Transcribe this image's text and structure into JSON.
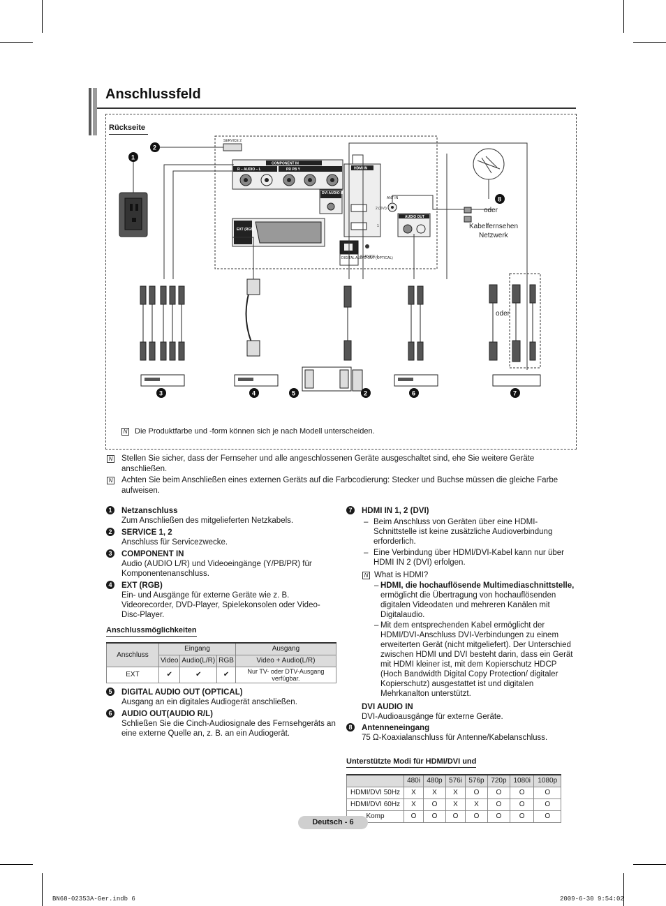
{
  "page_title": "Anschlussfeld",
  "rear_label": "Rückseite",
  "diagram": {
    "panel_labels": {
      "service2": "SERVICE 2",
      "component_in": "COMPONENT IN",
      "audio_lr": "R – AUDIO – L",
      "pb_pr_y": "PR   PB   Y",
      "hdmi_in": "HDMI IN",
      "dvi_audio_in": "DVI AUDIO IN",
      "ant_in": "ANT IN",
      "audio_out": "AUDIO OUT",
      "ext_rgb": "EXT (RGB)",
      "digital_audio_out": "DIGITAL AUDIO OUT (OPTICAL)",
      "service1": "SERVICE 1",
      "hdmi_port2": "2 (DVI)",
      "hdmi_port1": "1"
    },
    "oder_1": "oder",
    "cable_network": "Kabelfernsehen Netzwerk",
    "oder_2": "oder",
    "callouts": [
      "1",
      "2",
      "3",
      "4",
      "5",
      "2",
      "6",
      "7",
      "8"
    ]
  },
  "diagram_note": "Die Produktfarbe und -form können sich je nach Modell unterscheiden.",
  "notes": [
    "Stellen Sie sicher, dass der Fernseher und alle angeschlossenen Geräte ausgeschaltet sind, ehe Sie weitere Geräte anschließen.",
    "Achten Sie beim Anschließen eines externen Geräts auf die Farbcodierung: Stecker und Buchse müssen die gleiche Farbe aufweisen."
  ],
  "left_items": [
    {
      "num": "1",
      "title": "Netzanschluss",
      "desc": "Zum Anschließen des mitgelieferten Netzkabels."
    },
    {
      "num": "2",
      "title": "SERVICE 1, 2",
      "desc": "Anschluss für Servicezwecke."
    },
    {
      "num": "3",
      "title": "COMPONENT IN",
      "desc": "Audio (AUDIO L/R) und Videoeingänge (Y/PB/PR) für Komponentenanschluss."
    },
    {
      "num": "4",
      "title": "EXT (RGB)",
      "desc": "Ein- und Ausgänge für externe Geräte wie z. B. Videorecorder, DVD-Player, Spielekonsolen oder Video-Disc-Player."
    }
  ],
  "connection_heading": "Anschlussmöglichkeiten",
  "connection_table": {
    "col_anschluss": "Anschluss",
    "col_eingang": "Eingang",
    "col_ausgang": "Ausgang",
    "sub_video": "Video",
    "sub_audio": "Audio(L/R)",
    "sub_rgb": "RGB",
    "sub_video_audio": "Video + Audio(L/R)",
    "row_label": "EXT",
    "check": "✔",
    "out_note": "Nur TV- oder DTV-Ausgang verfügbar."
  },
  "left_items2": [
    {
      "num": "5",
      "title": "DIGITAL AUDIO OUT (OPTICAL)",
      "desc": "Ausgang an ein digitales Audiogerät anschließen."
    },
    {
      "num": "6",
      "title": "AUDIO OUT(AUDIO R/L)",
      "desc": "Schließen Sie die Cinch-Audiosignale des Fernsehgeräts an eine externe Quelle an, z. B. an ein Audiogerät."
    }
  ],
  "right_item7": {
    "num": "7",
    "title": "HDMI IN 1, 2 (DVI)",
    "bullets": [
      "Beim Anschluss von Geräten über eine HDMI-Schnittstelle ist keine zusätzliche Audioverbindung erforderlich.",
      "Eine Verbindung über HDMI/DVI-Kabel kann nur über HDMI IN 2 (DVI) erfolgen."
    ],
    "what_is": "What is HDMI?",
    "hdmi_bold": "HDMI, die hochauflösende Multimediaschnittstelle,",
    "hdmi_rest": "ermöglicht die Übertragung von hochauflösenden digitalen Videodaten und mehreren Kanälen mit Digitalaudio.",
    "hdmi_dvi": "Mit dem entsprechenden Kabel ermöglicht der HDMI/DVI-Anschluss DVI-Verbindungen zu einem erweiterten Gerät (nicht mitgeliefert). Der Unterschied zwischen HDMI und DVI besteht darin, dass ein Gerät mit HDMI kleiner ist, mit dem Kopierschutz HDCP (Hoch Bandwidth Digital Copy Protection/ digitaler Kopierschutz) ausgestattet ist und digitalen Mehrkanalton unterstützt.",
    "dvi_title": "DVI AUDIO IN",
    "dvi_desc": "DVI-Audioausgänge für externe Geräte."
  },
  "right_item8": {
    "num": "8",
    "title": "Antenneneingang",
    "desc": "75 Ω-Koaxialanschluss für Antenne/Kabelanschluss."
  },
  "modes_heading": "Unterstützte Modi für HDMI/DVI und",
  "modes_table": {
    "columns": [
      "",
      "480i",
      "480p",
      "576i",
      "576p",
      "720p",
      "1080i",
      "1080p"
    ],
    "rows": [
      [
        "HDMI/DVI 50Hz",
        "X",
        "X",
        "X",
        "O",
        "O",
        "O",
        "O"
      ],
      [
        "HDMI/DVI 60Hz",
        "X",
        "O",
        "X",
        "X",
        "O",
        "O",
        "O"
      ],
      [
        "Komp",
        "O",
        "O",
        "O",
        "O",
        "O",
        "O",
        "O"
      ]
    ]
  },
  "footer": {
    "page_label": "Deutsch - 6",
    "file_info": "BN68-02353A-Ger.indb   6",
    "date_info": "2009-6-30   9:54:02"
  }
}
